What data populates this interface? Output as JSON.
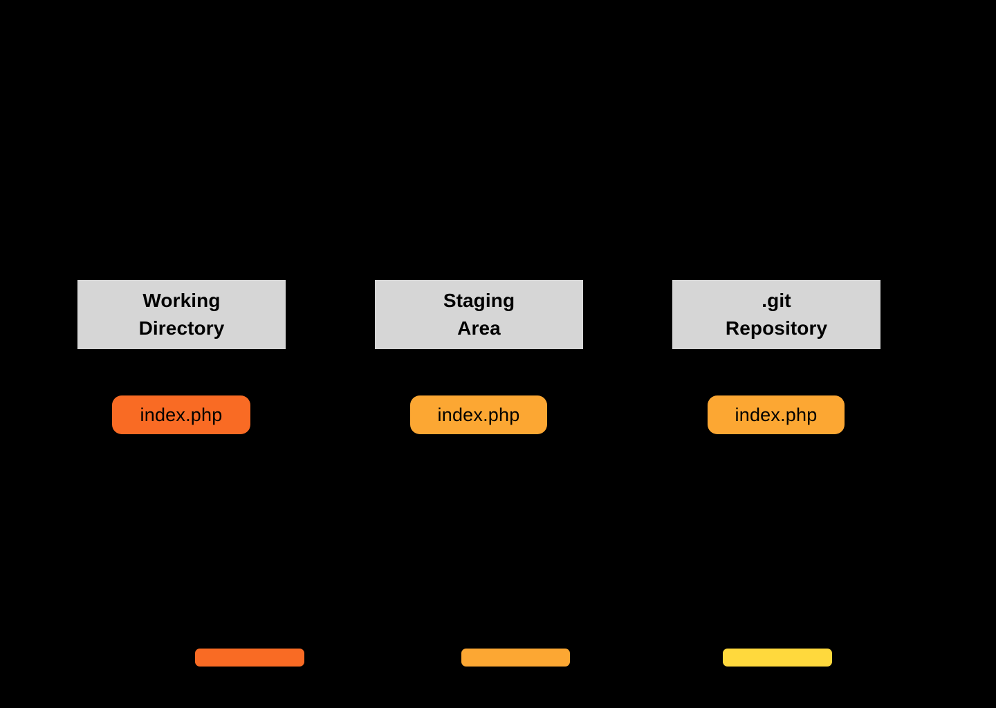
{
  "background_color": "#000000",
  "diagram": {
    "title_visible": false,
    "columns": [
      {
        "id": "working-directory",
        "header_lines": [
          "Working",
          "Directory"
        ],
        "header_bg": "#D6D6D6",
        "header_text_color": "#000000",
        "file_pill": {
          "label": "index.php",
          "color": "#F96B24",
          "text_color": "#000000"
        },
        "status_bar": {
          "color": "#F96B24"
        }
      },
      {
        "id": "staging-area",
        "header_lines": [
          "Staging",
          "Area"
        ],
        "header_bg": "#D6D6D6",
        "header_text_color": "#000000",
        "file_pill": {
          "label": "index.php",
          "color": "#FCA733",
          "text_color": "#000000"
        },
        "status_bar": {
          "color": "#FCA733"
        }
      },
      {
        "id": "git-repository",
        "header_lines": [
          ".git",
          "Repository"
        ],
        "header_bg": "#D6D6D6",
        "header_text_color": "#000000",
        "file_pill": {
          "label": "index.php",
          "color": "#FCA733",
          "text_color": "#000000"
        },
        "status_bar": {
          "color": "#FFD93D"
        }
      }
    ]
  }
}
